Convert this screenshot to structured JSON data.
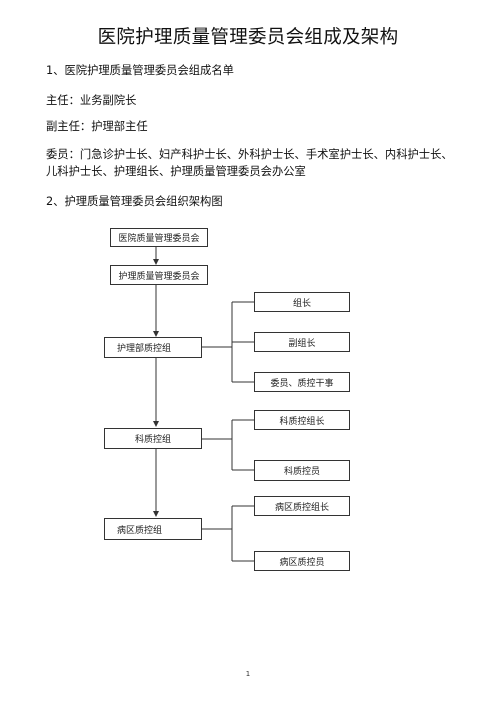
{
  "document": {
    "title": "医院护理质量管理委员会组成及架构",
    "section1_heading": "1、医院护理质量管理委员会组成名单",
    "chair": "主任：业务副院长",
    "vice_chair": "副主任：护理部主任",
    "members": "委员：门急诊护士长、妇产科护士长、外科护士长、手术室护士长、内科护士长、儿科护士长、护理组长、护理质量管理委员会办公室",
    "section2_heading": "2、护理质量管理委员会组织架构图",
    "page_number": "1"
  },
  "org_chart": {
    "top_node": "医院质量管理委员会",
    "committee_node": "护理质量管理委员会",
    "level1_node": "护理部质控组",
    "level1_roles": [
      "组长",
      "副组长",
      "委员、质控干事"
    ],
    "level2_node": "科质控组",
    "level2_roles": [
      "科质控组长",
      "科质控员"
    ],
    "level3_node": "病区质控组",
    "level3_roles": [
      "病区质控组长",
      "病区质控员"
    ]
  }
}
